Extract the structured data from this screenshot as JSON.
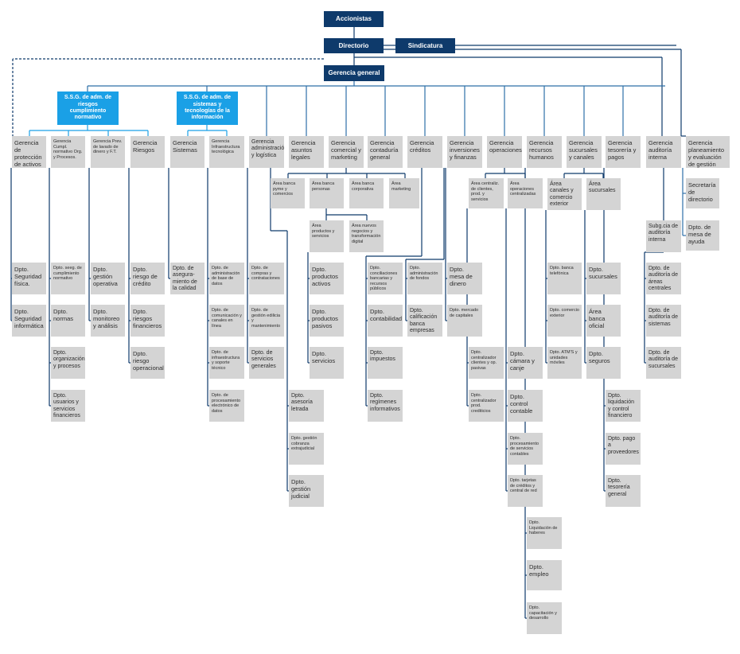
{
  "chart": {
    "title": "",
    "nodes": {
      "accionistas": "Accionistas",
      "directorio": "Directorio",
      "sindicatura": "Sindicatura",
      "gerencia_general": "Gerencia general",
      "ssg_riesgos": "S.S.G. de adm. de riesgos cumplimiento normativo",
      "ssg_sistemas": "S.S.G. de adm. de sistemas y tecnologías de la información",
      "g_proteccion": "Gerencia de protección de activos",
      "g_cumpl": "Gerencia Cumpl. normativo Org. y Procesos.",
      "g_prev": "Gerencia Prev. de lavado de dinero y F.T.",
      "g_riesgos": "Gerencia Riesgos",
      "g_sistemas": "Gerencia Sistemas",
      "g_infra": "Gerencia Infraestructura tecnológica",
      "g_admin": "Gerencia administración y logística",
      "g_legales": "Gerencia asuntos legales",
      "g_comercial": "Gerencia comercial y marketing",
      "g_contaduria": "Gerencia contaduría general",
      "g_creditos": "Gerencia créditos",
      "g_inversiones": "Gerencia inversiones y finanzas",
      "g_operaciones": "Gerencia operaciones",
      "g_rrhh": "Gerencia recursos humanos",
      "g_sucursales": "Gerencia sucursales y canales",
      "g_tesoreria": "Gerencia tesorería y pagos",
      "g_auditoria": "Gerencia auditoría interna",
      "g_planeamiento": "Gerencia planeamiento y evaluación de gestión",
      "secretaria": "Secretaría de directorio",
      "dpto_mesa_ayuda": "Dpto. de mesa de ayuda",
      "area_pyme": "Área banca pyme y comercios",
      "area_personas": "Área banca personas",
      "area_corporativa": "Área banca corporativa",
      "area_marketing": "Área marketing",
      "area_productos": "Área productos y servicios",
      "area_nuevos": "Área nuevos negocios y transformación digital",
      "area_centraliz": "Área centraliz. de clientes, prod. y servicios",
      "area_operaciones": "Área operaciones centralizadas",
      "area_canales": "Área canales y comercio exterior",
      "area_sucursales": "Área sucursales",
      "subg_auditoria": "Subg.cia de auditoría interna",
      "d_seg_fisica": "Dpto. Seguridad física.",
      "d_seg_info": "Dpto. Seguridad informática",
      "d_seg_cumpl": "Dpto. seeg. de cumplimiento normativo",
      "d_normas": "Dpto. normas",
      "d_org": "Dpto. organización y procesos",
      "d_usuarios": "Dpto. usuarios y servicios financieros",
      "d_gestion_op": "Dpto. gestión operativa",
      "d_monitoreo": "Dpto. monitoreo y análisis",
      "d_riesgo_credito": "Dpto. riesgo de crédito",
      "d_riesgos_fin": "Dpto. riesgos financieros",
      "d_riesgo_op": "Dpto. riesgo operacional",
      "d_calidad": "Dpto. de asegura-miento de la calidad",
      "d_base_datos": "Dpto. de administración de base de datos",
      "d_comunicacion": "Dpto. de comunicación y canales en línea",
      "d_infra_soporte": "Dpto. de infraestructura y soporte técnico",
      "d_procesamiento": "Dpto. de procesamiento electrónico de datos",
      "d_compras": "Dpto. de compras y contrataciones",
      "d_edilicia": "Dpto. de gestión edilicia y mantenimiento",
      "d_serv_generales": "Dpto. de servicios generales",
      "d_asesoria": "Dpto. asesoría letrada",
      "d_cobranza": "Dpto. gestión cobranza extrajudicial",
      "d_judicial": "Dpto. gestión judicial",
      "d_prod_activos": "Dpto. productos activos",
      "d_prod_pasivos": "Dpto. productos pasivos",
      "d_servicios": "Dpto. servicios",
      "d_conciliaciones": "Dpto. conciliaciones bancarias y recursos públicos",
      "d_contabilidad": "Dpto. contabilidad",
      "d_impuestos": "Dpto. impuestos",
      "d_regimenes": "Dpto. regímenes informativos",
      "d_adm_fondos": "Dpto. administración de fondos",
      "d_calificacion": "Dpto. calificación banca empresas",
      "d_mesa_dinero": "Dpto. mesa de dinero",
      "d_mercado_cap": "Dpto. mercado de capitales",
      "d_centr_clientes": "Dpto. centralizador clientes y op. pasivas",
      "d_centr_prod": "Dpto. centralizador prod. crediticios",
      "d_camara": "Dpto. cámara y canje",
      "d_control_cont": "Dpto. control contable",
      "d_proc_serv": "Dpto. procesamiento de servicios contables",
      "d_tarjetas": "Dpto. tarjetas de créditos y central de red",
      "d_rrhh_liquid": "Dpto. Liquidación de haberes",
      "d_empleo": "Dpto. empleo",
      "d_capacitacion": "Dpto. capacitación y desarrollo",
      "d_banca_tel": "Dpto. banca telefónica",
      "d_comercio_ext": "Dpto. comercio exterior",
      "d_atms": "Dpto. ATM'S y unidades móviles",
      "d_sucursales": "Dpto. sucursales",
      "d_banca_oficial": "Área banca oficial",
      "d_seguros": "Dpto. seguros",
      "d_liquidacion": "Dpto. liquidación y control financiero",
      "d_pago_prov": "Dpto. pago a proveedores",
      "d_tesoreria": "Dpto. tesorería general",
      "d_aud_centrales": "Dpto. de auditoría de áreas centrales",
      "d_aud_sistemas": "Dpto. de auditoría de sistemas",
      "d_aud_sucursales": "Dpto. de auditoría de sucursales"
    }
  },
  "colors": {
    "navy": "#0e3a6b",
    "azul": "#1aa0e6",
    "grey_box": "#d4d4d4",
    "line": "#2d6fa8",
    "text": "#2d2d2d"
  }
}
